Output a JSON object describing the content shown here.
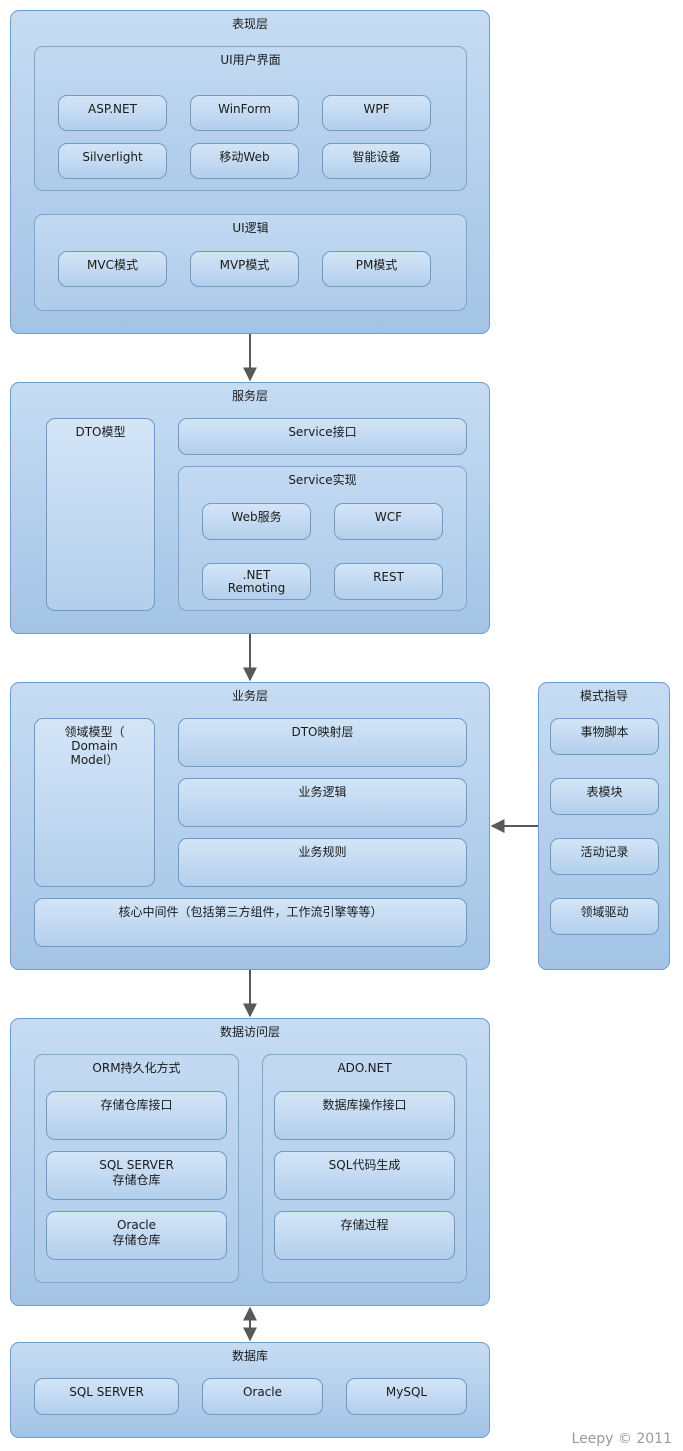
{
  "presentation": {
    "title": "表现层",
    "ui": {
      "title": "UI用户界面",
      "items": [
        "ASP.NET",
        "WinForm",
        "WPF",
        "Silverlight",
        "移动Web",
        "智能设备"
      ]
    },
    "logic": {
      "title": "UI逻辑",
      "items": [
        "MVC模式",
        "MVP模式",
        "PM模式"
      ]
    }
  },
  "service": {
    "title": "服务层",
    "dto": "DTO模型",
    "interface": "Service接口",
    "impl": {
      "title": "Service实现",
      "items": [
        "Web服务",
        "WCF",
        ".NET\nRemoting",
        "REST"
      ]
    }
  },
  "business": {
    "title": "业务层",
    "domain_model": "领域模型（\nDomain\nModel）",
    "layers": [
      "DTO映射层",
      "业务逻辑",
      "业务规则"
    ],
    "middleware": "核心中间件（包括第三方组件，工作流引擎等等）"
  },
  "patterns": {
    "title": "模式指导",
    "items": [
      "事物脚本",
      "表模块",
      "活动记录",
      "领域驱动"
    ]
  },
  "data_access": {
    "title": "数据访问层",
    "orm": {
      "title": "ORM持久化方式",
      "items": [
        "存储仓库接口",
        "SQL SERVER\n存储仓库",
        "Oracle\n存储仓库"
      ]
    },
    "ado": {
      "title": "ADO.NET",
      "items": [
        "数据库操作接口",
        "SQL代码生成",
        "存储过程"
      ]
    }
  },
  "database": {
    "title": "数据库",
    "items": [
      "SQL SERVER",
      "Oracle",
      "MySQL"
    ]
  },
  "footer": "Leepy © 2011",
  "colors": {
    "box_fill": "#b3cfec",
    "box_border": "#6f9cc9",
    "arrow": "#595959"
  }
}
